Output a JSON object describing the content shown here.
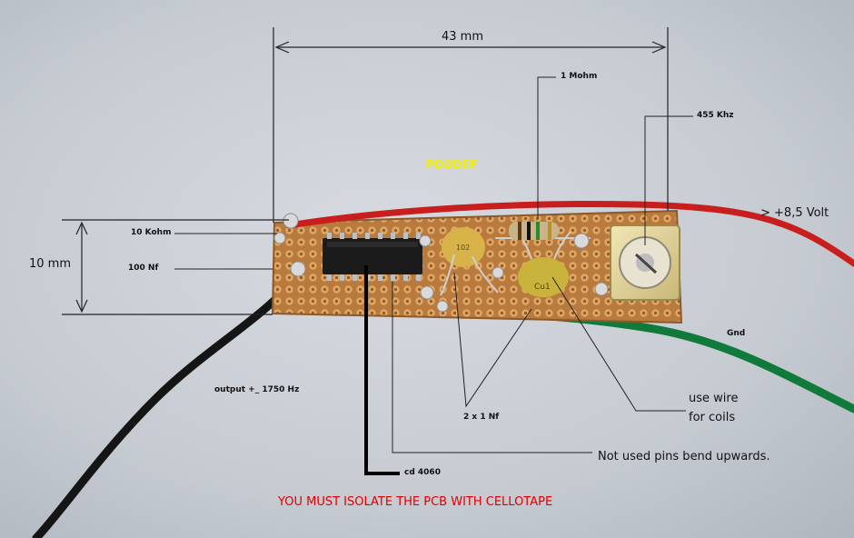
{
  "labels": {
    "width_dim": "43 mm",
    "height_dim": "10 mm",
    "callsign": "PD0DEF",
    "res_1m": "1 Mohm",
    "xtal": "455 Khz",
    "supply": "> +8,5 Volt",
    "res_10k": "10 Kohm",
    "cap_100n": "100 Nf",
    "gnd": "Gnd",
    "output": "output +_ 1750 Hz",
    "caps_1n": "2 x  1 Nf",
    "coils_1": "use wire",
    "coils_2": "for coils",
    "unused_pins": "Not used pins bend upwards.",
    "ic": "cd 4060",
    "warning": "YOU MUST ISOLATE THE PCB WITH CELLOTAPE"
  },
  "components": {
    "cap_marking": "Cu1",
    "cap_marking_2": "102"
  },
  "colors": {
    "background": "#c9ced5",
    "pcb": "#c98d4e",
    "callsign": "#f0f000",
    "warning": "#e00000",
    "red_wire": "#c81e1e",
    "green_wire": "#0f7a3a",
    "black_wire": "#151515"
  }
}
